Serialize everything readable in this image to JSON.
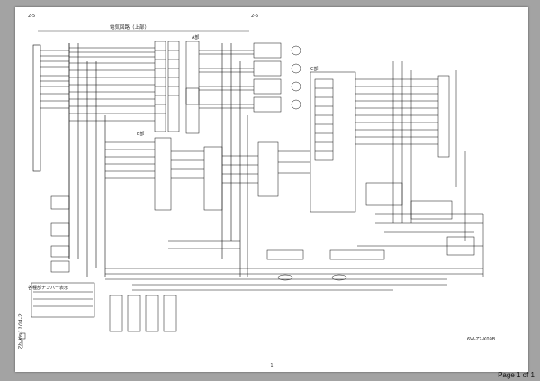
{
  "page": {
    "section_left": "2-5",
    "section_right": "2-5",
    "title": "電気回路（上部）",
    "sub_a": "A部",
    "sub_b": "B部",
    "sub_c": "C部",
    "side_code": "Zh-Kr-1104-2",
    "doc_code": "6W-Z7-K09B",
    "page_mark": "1",
    "legend_title": "各種部ナンバー表示"
  },
  "viewer": {
    "page_indicator": "Page 1 of 1"
  }
}
